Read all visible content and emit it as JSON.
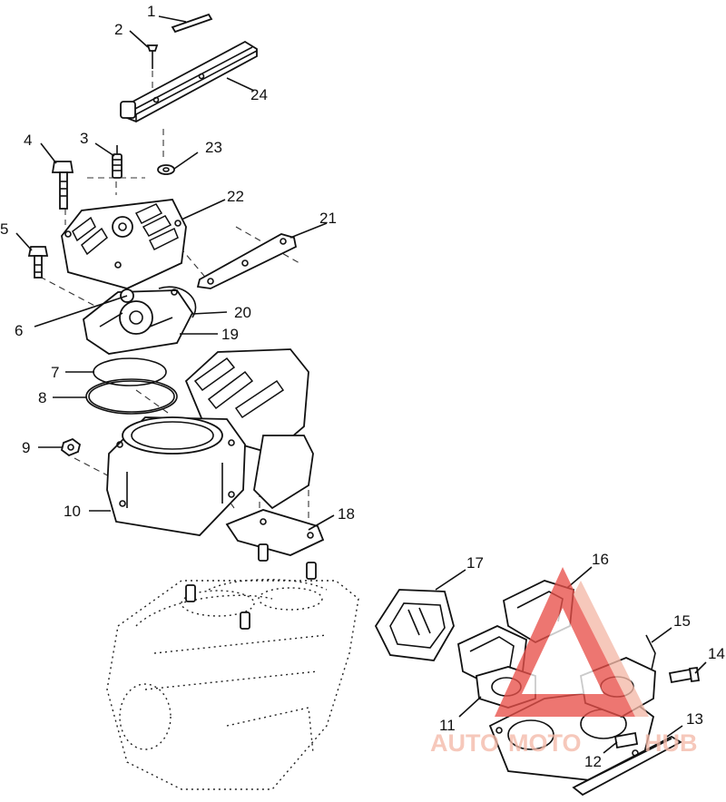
{
  "callouts": [
    {
      "id": "1",
      "label": "1"
    },
    {
      "id": "2",
      "label": "2"
    },
    {
      "id": "3",
      "label": "3"
    },
    {
      "id": "4",
      "label": "4"
    },
    {
      "id": "5",
      "label": "5"
    },
    {
      "id": "6",
      "label": "6"
    },
    {
      "id": "7",
      "label": "7"
    },
    {
      "id": "8",
      "label": "8"
    },
    {
      "id": "9",
      "label": "9"
    },
    {
      "id": "10",
      "label": "10"
    },
    {
      "id": "11",
      "label": "11"
    },
    {
      "id": "12",
      "label": "12"
    },
    {
      "id": "13",
      "label": "13"
    },
    {
      "id": "14",
      "label": "14"
    },
    {
      "id": "15",
      "label": "15"
    },
    {
      "id": "16",
      "label": "16"
    },
    {
      "id": "17",
      "label": "17"
    },
    {
      "id": "18",
      "label": "18"
    },
    {
      "id": "19",
      "label": "19"
    },
    {
      "id": "20",
      "label": "20"
    },
    {
      "id": "21",
      "label": "21"
    },
    {
      "id": "22",
      "label": "22"
    },
    {
      "id": "23",
      "label": "23"
    },
    {
      "id": "24",
      "label": "24"
    }
  ],
  "watermark": {
    "text_left": "AUTO",
    "text_mid": "MOTO",
    "text_right": "HUB",
    "color_primary": "#e8504a",
    "color_secondary": "#f4b9a8",
    "icon": "triangle-logo-icon"
  },
  "colors": {
    "ink": "#111111",
    "background": "#ffffff"
  }
}
